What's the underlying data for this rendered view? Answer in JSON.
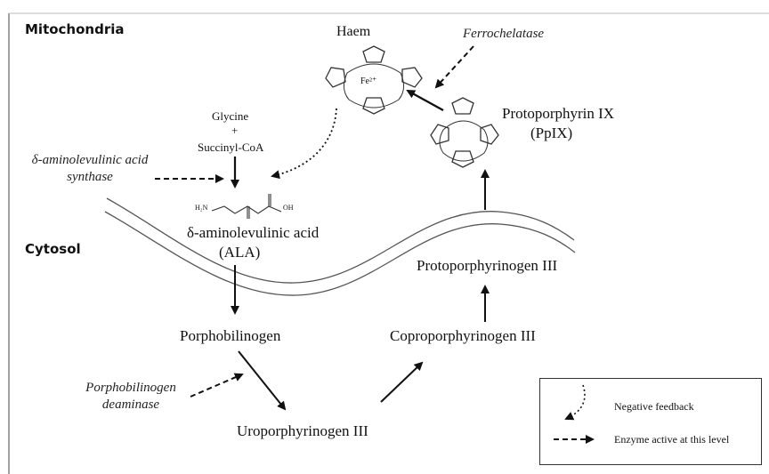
{
  "sections": {
    "mitochondria": "Mitochondria",
    "cytosol": "Cytosol"
  },
  "nodes": {
    "haem": "Haem",
    "fe_label": "Fe²⁺",
    "ppix_line1": "Protoporphyrin IX",
    "ppix_line2": "(PpIX)",
    "glycine": "Glycine",
    "plus": "+",
    "succinyl": "Succinyl-CoA",
    "ala_line1": "δ-aminolevulinic acid",
    "ala_line2": "(ALA)",
    "pbg": "Porphobilinogen",
    "uro": "Uroporphyrinogen III",
    "copro": "Coproporphyrinogen III",
    "proto": "Protoporphyrinogen III",
    "h2n": "H₂N",
    "oh": "OH"
  },
  "enzymes": {
    "ferrochelatase": "Ferrochelatase",
    "als_line1": "δ-aminolevulinic acid",
    "als_line2": "synthase",
    "pbgd_line1": "Porphobilinogen",
    "pbgd_line2": "deaminase"
  },
  "legend": {
    "negative_feedback": "Negative feedback",
    "enzyme_active": "Enzyme active at this level"
  }
}
